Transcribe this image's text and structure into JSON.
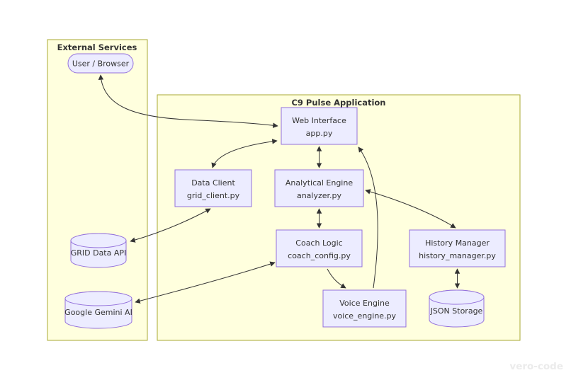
{
  "diagram": {
    "type": "flowchart-architecture",
    "watermark": "vero-code",
    "colors": {
      "cluster_fill": "#ffffde",
      "cluster_border": "#aaaa33",
      "node_fill": "#ECECFF",
      "node_border": "#9370DB",
      "edge": "#333333",
      "text": "#333333",
      "background": "#ffffff"
    },
    "clusters": {
      "external": {
        "label": "External Services"
      },
      "c9": {
        "label": "C9 Pulse Application"
      }
    },
    "nodes": {
      "user_browser": {
        "label": "User / Browser",
        "shape": "stadium",
        "cluster": "External Services"
      },
      "grid_api": {
        "label": "GRID Data API",
        "shape": "cylinder",
        "cluster": "External Services"
      },
      "gemini": {
        "label": "Google Gemini AI",
        "shape": "cylinder",
        "cluster": "External Services"
      },
      "web_interface": {
        "title": "Web Interface",
        "file": "app.py",
        "shape": "rect",
        "cluster": "C9 Pulse Application"
      },
      "data_client": {
        "title": "Data Client",
        "file": "grid_client.py",
        "shape": "rect",
        "cluster": "C9 Pulse Application"
      },
      "analytical_engine": {
        "title": "Analytical Engine",
        "file": "analyzer.py",
        "shape": "rect",
        "cluster": "C9 Pulse Application"
      },
      "coach_logic": {
        "title": "Coach Logic",
        "file": "coach_config.py",
        "shape": "rect",
        "cluster": "C9 Pulse Application"
      },
      "history_manager": {
        "title": "History Manager",
        "file": "history_manager.py",
        "shape": "rect",
        "cluster": "C9 Pulse Application"
      },
      "voice_engine": {
        "title": "Voice Engine",
        "file": "voice_engine.py",
        "shape": "rect",
        "cluster": "C9 Pulse Application"
      },
      "json_storage": {
        "label": "JSON Storage",
        "shape": "cylinder",
        "cluster": "C9 Pulse Application"
      }
    },
    "edges": [
      {
        "from": "User / Browser",
        "to": "Web Interface",
        "direction": "both"
      },
      {
        "from": "Web Interface",
        "to": "Data Client",
        "direction": "both"
      },
      {
        "from": "Web Interface",
        "to": "Analytical Engine",
        "direction": "both"
      },
      {
        "from": "Analytical Engine",
        "to": "Coach Logic",
        "direction": "both"
      },
      {
        "from": "Data Client",
        "to": "GRID Data API",
        "direction": "both"
      },
      {
        "from": "Coach Logic",
        "to": "Google Gemini AI",
        "direction": "both"
      },
      {
        "from": "Coach Logic",
        "to": "Voice Engine",
        "direction": "forward"
      },
      {
        "from": "Voice Engine",
        "to": "Web Interface",
        "direction": "forward"
      },
      {
        "from": "Analytical Engine",
        "to": "History Manager",
        "direction": "both"
      },
      {
        "from": "History Manager",
        "to": "JSON Storage",
        "direction": "both"
      }
    ]
  }
}
